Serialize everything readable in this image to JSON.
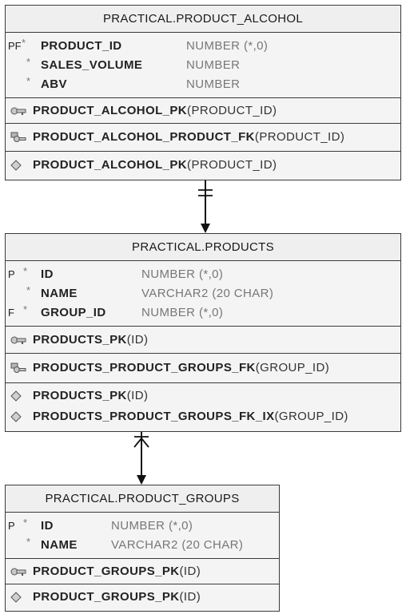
{
  "tables": [
    {
      "title": "PRACTICAL.PRODUCT_ALCOHOL",
      "columns": [
        {
          "flag": "PF",
          "star": "*",
          "name": "PRODUCT_ID",
          "type": "NUMBER (*,0)"
        },
        {
          "flag": "",
          "star": "*",
          "name": "SALES_VOLUME",
          "type": "NUMBER"
        },
        {
          "flag": "",
          "star": "*",
          "name": "ABV",
          "type": "NUMBER"
        }
      ],
      "pk": {
        "name": "PRODUCT_ALCOHOL_PK",
        "cols": "(PRODUCT_ID)"
      },
      "fks": [
        {
          "name": "PRODUCT_ALCOHOL_PRODUCT_FK",
          "cols": "(PRODUCT_ID)"
        }
      ],
      "indexes": [
        {
          "name": "PRODUCT_ALCOHOL_PK",
          "cols": "(PRODUCT_ID)"
        }
      ]
    },
    {
      "title": "PRACTICAL.PRODUCTS",
      "columns": [
        {
          "flag": "P",
          "star": "*",
          "name": "ID",
          "type": "NUMBER (*,0)"
        },
        {
          "flag": "",
          "star": "*",
          "name": "NAME",
          "type": "VARCHAR2 (20 CHAR)"
        },
        {
          "flag": "F",
          "star": "*",
          "name": "GROUP_ID",
          "type": "NUMBER (*,0)"
        }
      ],
      "pk": {
        "name": "PRODUCTS_PK",
        "cols": "(ID)"
      },
      "fks": [
        {
          "name": "PRODUCTS_PRODUCT_GROUPS_FK",
          "cols": "(GROUP_ID)"
        }
      ],
      "indexes": [
        {
          "name": "PRODUCTS_PK",
          "cols": "(ID)"
        },
        {
          "name": "PRODUCTS_PRODUCT_GROUPS_FK_IX",
          "cols": "(GROUP_ID)"
        }
      ]
    },
    {
      "title": "PRACTICAL.PRODUCT_GROUPS",
      "columns": [
        {
          "flag": "P",
          "star": "*",
          "name": "ID",
          "type": "NUMBER (*,0)"
        },
        {
          "flag": "",
          "star": "*",
          "name": "NAME",
          "type": "VARCHAR2 (20 CHAR)"
        }
      ],
      "pk": {
        "name": "PRODUCT_GROUPS_PK",
        "cols": "(ID)"
      },
      "fks": [],
      "indexes": [
        {
          "name": "PRODUCT_GROUPS_PK",
          "cols": "(ID)"
        }
      ]
    }
  ],
  "relationships": [
    {
      "from": "PRACTICAL.PRODUCT_ALCOHOL",
      "to": "PRACTICAL.PRODUCTS",
      "cardinality": "one-to-one"
    },
    {
      "from": "PRACTICAL.PRODUCTS",
      "to": "PRACTICAL.PRODUCT_GROUPS",
      "cardinality": "many-to-one"
    }
  ],
  "icons": {
    "pk": "key-icon",
    "fk": "foreign-key-icon",
    "index": "index-diamond-icon"
  },
  "colors": {
    "border": "#3a3a3a",
    "fill": "#f4f4f4",
    "type_text": "#777777"
  }
}
